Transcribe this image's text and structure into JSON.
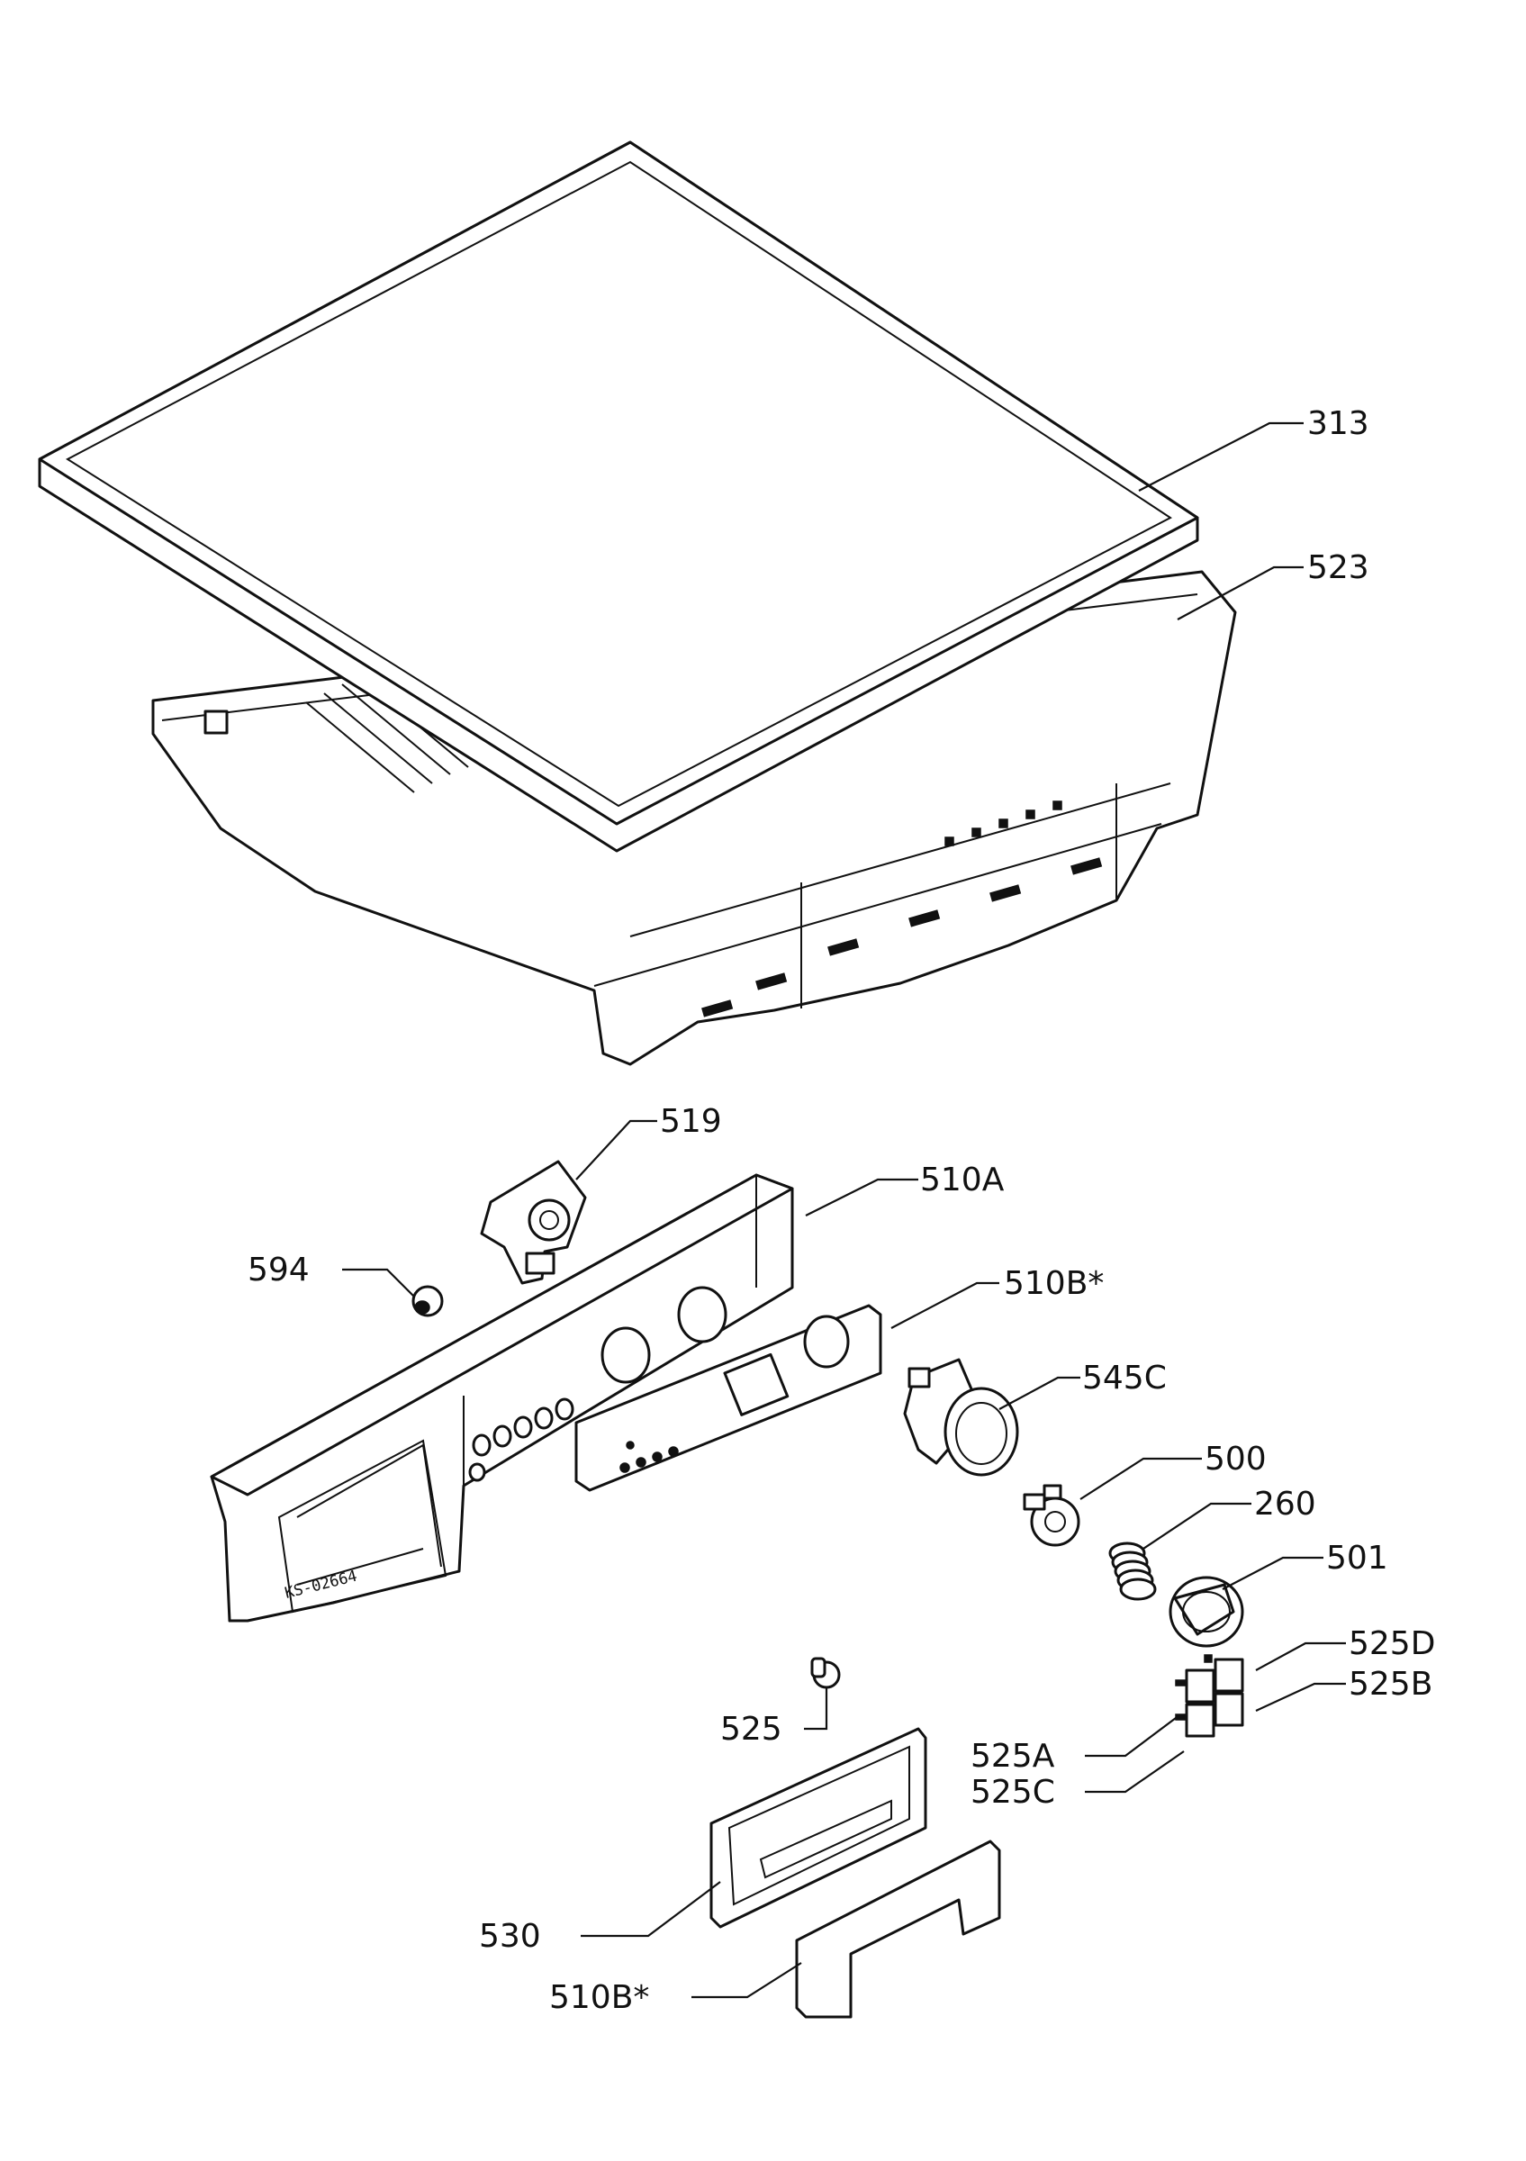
{
  "diagram": {
    "code": "KS-02664",
    "labels": {
      "l313": "313",
      "l523": "523",
      "l519": "519",
      "l510a": "510A",
      "l594": "594",
      "l510b_top": "510B*",
      "l545c": "545C",
      "l500": "500",
      "l260": "260",
      "l501": "501",
      "l525d": "525D",
      "l525b": "525B",
      "l525": "525",
      "l525a": "525A",
      "l525c": "525C",
      "l530": "530",
      "l510b_bottom": "510B*"
    }
  }
}
